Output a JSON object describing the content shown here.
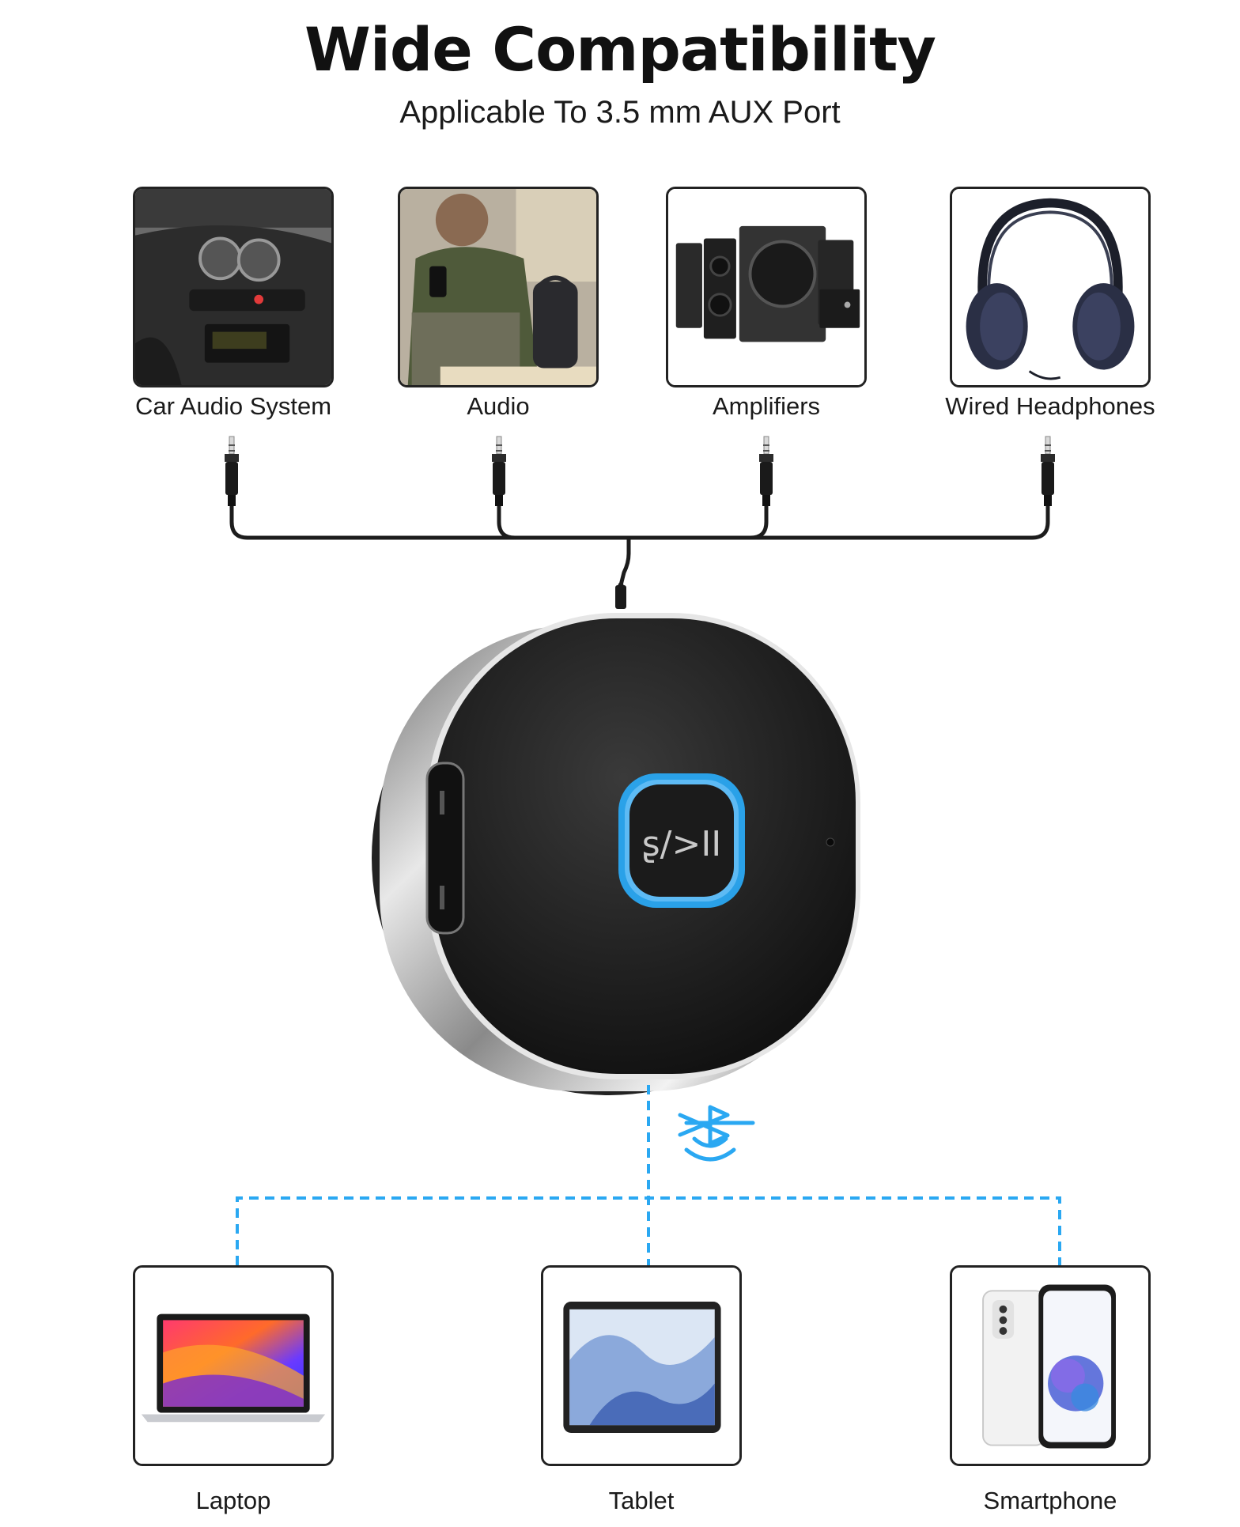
{
  "header": {
    "title": "Wide Compatibility",
    "subtitle": "Applicable To 3.5 mm AUX Port"
  },
  "wired_devices": [
    {
      "label": "Car Audio System",
      "icon": "car-dashboard-image"
    },
    {
      "label": "Audio",
      "icon": "speaker-lifestyle-image"
    },
    {
      "label": "Amplifiers",
      "icon": "amplifier-speakers-image"
    },
    {
      "label": "Wired Headphones",
      "icon": "headphones-image"
    }
  ],
  "device": {
    "name": "bluetooth-receiver",
    "button_glyph": "ʂ/>II",
    "ring_color": "#2aa8f2"
  },
  "bluetooth_devices": [
    {
      "label": "Laptop",
      "icon": "laptop-image"
    },
    {
      "label": "Tablet",
      "icon": "tablet-image"
    },
    {
      "label": "Smartphone",
      "icon": "smartphone-image"
    }
  ],
  "colors": {
    "cable": "#1c1c1c",
    "bluetooth": "#2aa8f2",
    "card_border": "#222222"
  }
}
